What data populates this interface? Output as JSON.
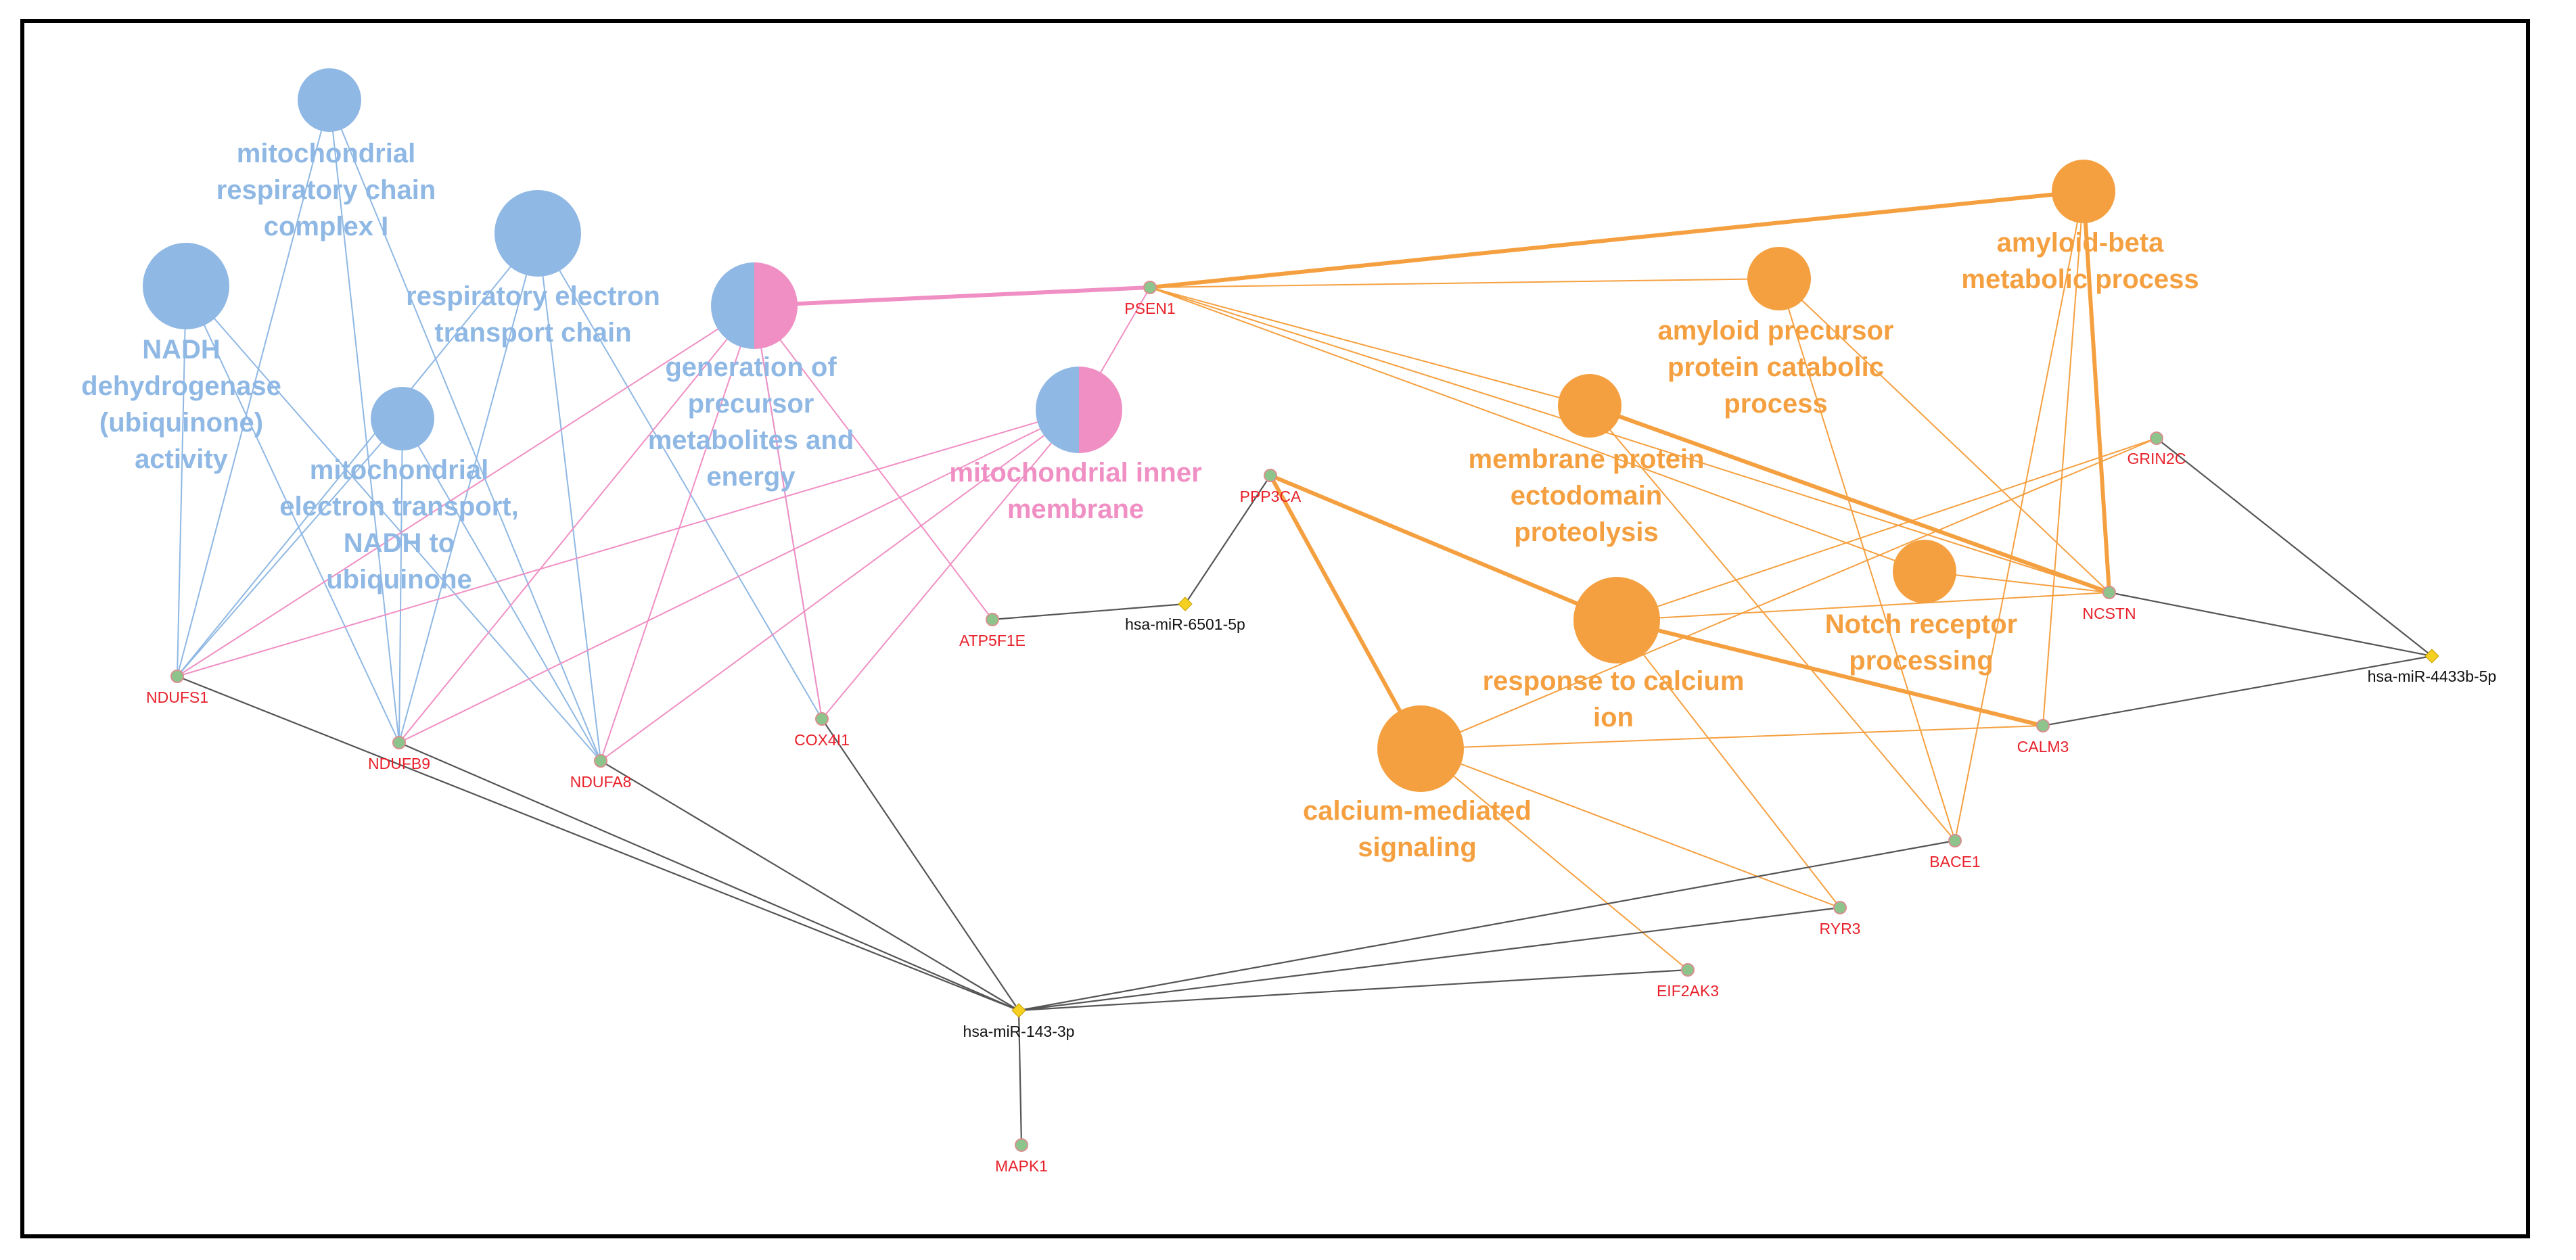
{
  "terms": [
    {
      "id": "mrc1",
      "label": [
        "mitochondrial",
        "respiratory chain",
        "complex I"
      ],
      "color": "#8fb8e4",
      "type": "single"
    },
    {
      "id": "nadh",
      "label": [
        "NADH",
        "dehydrogenase",
        "(ubiquinone)",
        "activity"
      ],
      "color": "#8fb8e4",
      "type": "single"
    },
    {
      "id": "retc",
      "label": [
        "respiratory electron",
        "transport chain"
      ],
      "color": "#8fb8e4",
      "type": "single"
    },
    {
      "id": "metn",
      "label": [
        "mitochondrial",
        "electron transport,",
        "NADH to",
        "ubiquinone"
      ],
      "color": "#8fb8e4",
      "type": "single"
    },
    {
      "id": "gen",
      "label": [
        "generation of",
        "precursor",
        "metabolites and",
        "energy"
      ],
      "color": "#8fb8e4",
      "type": "split"
    },
    {
      "id": "mim",
      "label": [
        "mitochondrial inner",
        "membrane"
      ],
      "color": "#f08fc4",
      "type": "split"
    },
    {
      "id": "abeta",
      "label": [
        "amyloid-beta",
        "metabolic process"
      ],
      "color": "#f5a040",
      "type": "single"
    },
    {
      "id": "app",
      "label": [
        "amyloid precursor",
        "protein catabolic",
        "process"
      ],
      "color": "#f5a040",
      "type": "single"
    },
    {
      "id": "mpe",
      "label": [
        "membrane protein",
        "ectodomain",
        "proteolysis"
      ],
      "color": "#f5a040",
      "type": "single"
    },
    {
      "id": "notch",
      "label": [
        "Notch receptor",
        "processing"
      ],
      "color": "#f5a040",
      "type": "single"
    },
    {
      "id": "rci",
      "label": [
        "response to calcium",
        "ion"
      ],
      "color": "#f5a040",
      "type": "single"
    },
    {
      "id": "cms",
      "label": [
        "calcium-mediated",
        "signaling"
      ],
      "color": "#f5a040",
      "type": "single"
    }
  ],
  "genes": [
    {
      "id": "PSEN1",
      "label": "PSEN1"
    },
    {
      "id": "PPP3CA",
      "label": "PPP3CA"
    },
    {
      "id": "ATP5F1E",
      "label": "ATP5F1E"
    },
    {
      "id": "GRIN2C",
      "label": "GRIN2C"
    },
    {
      "id": "NCSTN",
      "label": "NCSTN"
    },
    {
      "id": "CALM3",
      "label": "CALM3"
    },
    {
      "id": "BACE1",
      "label": "BACE1"
    },
    {
      "id": "RYR3",
      "label": "RYR3"
    },
    {
      "id": "EIF2AK3",
      "label": "EIF2AK3"
    },
    {
      "id": "NDUFS1",
      "label": "NDUFS1"
    },
    {
      "id": "NDUFB9",
      "label": "NDUFB9"
    },
    {
      "id": "NDUFA8",
      "label": "NDUFA8"
    },
    {
      "id": "COX4I1",
      "label": "COX4I1"
    },
    {
      "id": "MAPK1",
      "label": "MAPK1"
    }
  ],
  "mirnas": [
    {
      "id": "m6501",
      "label": "hsa-miR-6501-5p"
    },
    {
      "id": "m4433",
      "label": "hsa-miR-4433b-5p"
    },
    {
      "id": "m143",
      "label": "hsa-miR-143-3p"
    }
  ],
  "edges": {
    "blue": [
      [
        "mrc1",
        "NDUFS1"
      ],
      [
        "mrc1",
        "NDUFB9"
      ],
      [
        "mrc1",
        "NDUFA8"
      ],
      [
        "nadh",
        "NDUFS1"
      ],
      [
        "nadh",
        "NDUFB9"
      ],
      [
        "nadh",
        "NDUFA8"
      ],
      [
        "retc",
        "NDUFS1"
      ],
      [
        "retc",
        "NDUFB9"
      ],
      [
        "retc",
        "NDUFA8"
      ],
      [
        "retc",
        "COX4I1"
      ],
      [
        "metn",
        "NDUFS1"
      ],
      [
        "metn",
        "NDUFB9"
      ],
      [
        "metn",
        "NDUFA8"
      ],
      [
        "gen",
        "COX4I1"
      ]
    ],
    "pink": [
      [
        "gen",
        "NDUFS1"
      ],
      [
        "gen",
        "NDUFB9"
      ],
      [
        "gen",
        "NDUFA8"
      ],
      [
        "gen",
        "COX4I1"
      ],
      [
        "gen",
        "ATP5F1E"
      ],
      [
        "mim",
        "NDUFS1"
      ],
      [
        "mim",
        "NDUFB9"
      ],
      [
        "mim",
        "NDUFA8"
      ],
      [
        "mim",
        "COX4I1"
      ],
      [
        "mim",
        "PSEN1"
      ]
    ],
    "pink_thick": [
      [
        "gen",
        "PSEN1"
      ]
    ],
    "orange": [
      [
        "app",
        "PSEN1"
      ],
      [
        "app",
        "NCSTN"
      ],
      [
        "app",
        "BACE1"
      ],
      [
        "abeta",
        "BACE1"
      ],
      [
        "abeta",
        "CALM3"
      ],
      [
        "mpe",
        "PSEN1"
      ],
      [
        "mpe",
        "BACE1"
      ],
      [
        "notch",
        "PSEN1"
      ],
      [
        "notch",
        "NCSTN"
      ],
      [
        "rci",
        "GRIN2C"
      ],
      [
        "rci",
        "NCSTN"
      ],
      [
        "rci",
        "RYR3"
      ],
      [
        "cms",
        "CALM3"
      ],
      [
        "cms",
        "RYR3"
      ],
      [
        "cms",
        "EIF2AK3"
      ],
      [
        "cms",
        "GRIN2C"
      ],
      [
        "PSEN1",
        "NCSTN"
      ]
    ],
    "orange_thick": [
      [
        "abeta",
        "PSEN1"
      ],
      [
        "abeta",
        "NCSTN"
      ],
      [
        "mpe",
        "NCSTN"
      ],
      [
        "PPP3CA",
        "rci"
      ],
      [
        "PPP3CA",
        "cms"
      ],
      [
        "rci",
        "CALM3"
      ]
    ],
    "gray": [
      [
        "m6501",
        "PPP3CA"
      ],
      [
        "m6501",
        "ATP5F1E"
      ],
      [
        "m4433",
        "GRIN2C"
      ],
      [
        "m4433",
        "NCSTN"
      ],
      [
        "m4433",
        "CALM3"
      ],
      [
        "m143",
        "NDUFS1"
      ],
      [
        "m143",
        "NDUFB9"
      ],
      [
        "m143",
        "NDUFA8"
      ],
      [
        "m143",
        "COX4I1"
      ],
      [
        "m143",
        "BACE1"
      ],
      [
        "m143",
        "RYR3"
      ],
      [
        "m143",
        "EIF2AK3"
      ],
      [
        "m143",
        "MAPK1"
      ]
    ]
  },
  "colors": {
    "blue": "#8fb8e4",
    "pink": "#f08fc4",
    "orange": "#f5a040",
    "gray": "#555555",
    "gene_label": "#e8202a",
    "gene_node": "#8cc48c",
    "mirna_node": "#f5d020"
  }
}
